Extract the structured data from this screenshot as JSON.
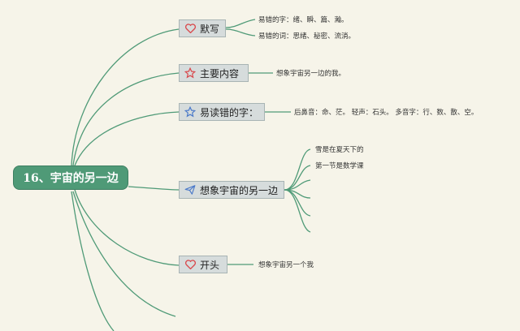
{
  "root": {
    "label": "16、宇宙的另一边"
  },
  "branches": [
    {
      "label": "默写",
      "icon": "heart-icon",
      "icon_color": "#d9464a",
      "leaves": [
        "易错的字：绪、瞬、篇、瀚。",
        "易错的词：思绪、秘密、流淌。"
      ]
    },
    {
      "label": "主要内容",
      "icon": "star-icon",
      "icon_color": "#d9464a",
      "leaves": [
        "想象宇宙另一边的我。"
      ]
    },
    {
      "label": "易读错的字：",
      "icon": "star-icon",
      "icon_color": "#4a79c9",
      "leaves": [
        "后鼻音：命、茫。 轻声：石头。 多音字：行、数、散、空。"
      ]
    },
    {
      "label": "想象宇宙的另一边",
      "icon": "paper-plane-icon",
      "icon_color": "#4a79c9",
      "leaves": [
        "雪是在夏天下的",
        "第一节是数学课",
        "",
        "",
        ""
      ]
    },
    {
      "label": "开头",
      "icon": "heart-icon",
      "icon_color": "#d9464a",
      "leaves": [
        "想象宇宙另一个我"
      ]
    }
  ],
  "colors": {
    "background": "#f6f4e9",
    "root_fill": "#4f9a77",
    "line": "#4f9a77",
    "node_fill": "#d6dcdc"
  }
}
